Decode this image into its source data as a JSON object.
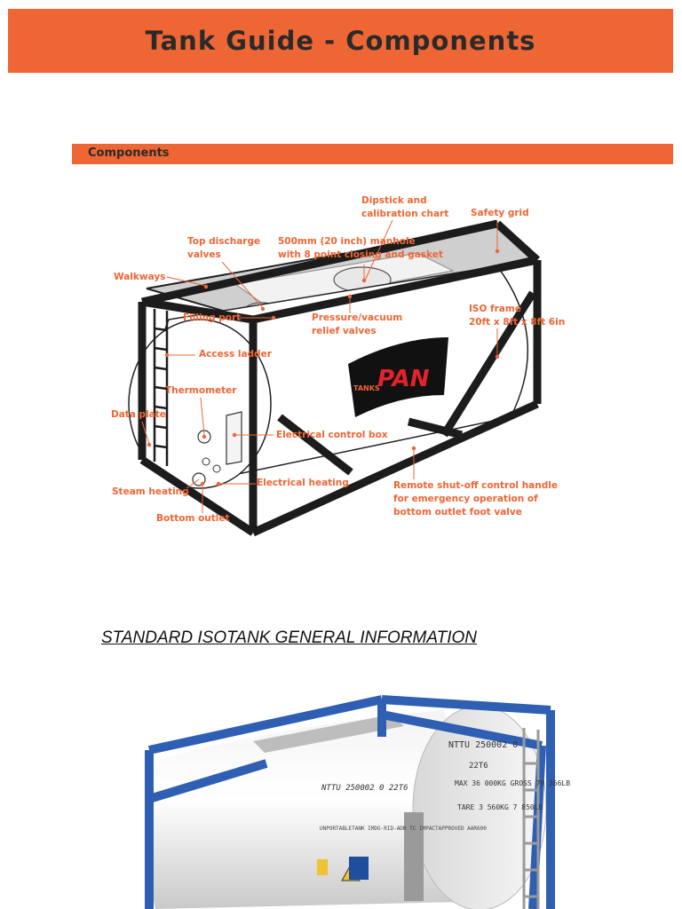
{
  "header": {
    "title": "Tank Guide - Components"
  },
  "section": {
    "label": "Components"
  },
  "labels": {
    "dipstick": "Dipstick and\ncalibration chart",
    "safety_grid": "Safety grid",
    "top_discharge": "Top discharge\nvalves",
    "manhole": "500mm (20 inch) manhole\nwith 8 point closing and gasket",
    "walkways": "Walkways",
    "filling_port": "Filling port",
    "pressure_valves": "Pressure/vacuum\nrelief valves",
    "iso_frame": "ISO frame\n20ft x 8ft x 8ft 6in",
    "access_ladder": "Access ladder",
    "thermometer": "Thermometer",
    "data_plate": "Data plate",
    "control_box": "Electrical control box",
    "steam_heating": "Steam heating",
    "electrical_heating": "Electrical heating",
    "remote_shutoff": "Remote shut-off control handle\nfor emergency operation of\nbottom outlet foot valve",
    "bottom_outlet": "Bottom outlet"
  },
  "brand": {
    "logo_text_small": "TANKS",
    "logo_text_large": "PAN"
  },
  "info": {
    "heading": "STANDARD ISOTANK GENERAL INFORMATION"
  },
  "photo_markings": {
    "tank_id": "NTTU 250002 0",
    "code": "22T6",
    "max_gross": "MAX  36 000KG\nGROSS 79 366LB",
    "tare": "TARE  3 560KG\n7 850LB",
    "side_id": "NTTU 250002 0\n22T6",
    "side_text": "UNPORTABLETANK\nIMDG-RID-ADR\nTC IMPACTAPPROVED\nAAR600"
  },
  "colors": {
    "accent": "#ee6634",
    "frame_blue": "#2f5fb3"
  }
}
